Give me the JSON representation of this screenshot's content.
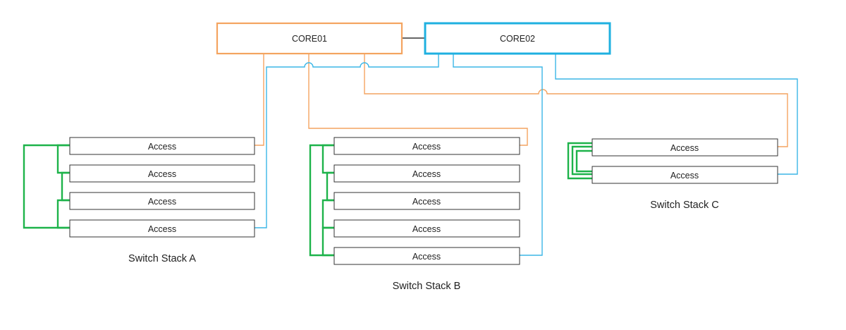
{
  "colors": {
    "core01_stroke": "#f4a460",
    "core02_stroke": "#1fb0e0",
    "uplink_core01": "#f4a460",
    "uplink_core02": "#3bb6e6",
    "stack_link": "#1db34a",
    "access_stroke": "#333333",
    "core_interlink": "#333333"
  },
  "cores": {
    "core01": {
      "label": "CORE01"
    },
    "core02": {
      "label": "CORE02"
    }
  },
  "stacks": {
    "a": {
      "label": "Switch Stack A",
      "members": [
        {
          "label": "Access"
        },
        {
          "label": "Access"
        },
        {
          "label": "Access"
        },
        {
          "label": "Access"
        }
      ]
    },
    "b": {
      "label": "Switch Stack B",
      "members": [
        {
          "label": "Access"
        },
        {
          "label": "Access"
        },
        {
          "label": "Access"
        },
        {
          "label": "Access"
        },
        {
          "label": "Access"
        }
      ]
    },
    "c": {
      "label": "Switch Stack C",
      "members": [
        {
          "label": "Access"
        },
        {
          "label": "Access"
        }
      ]
    }
  }
}
